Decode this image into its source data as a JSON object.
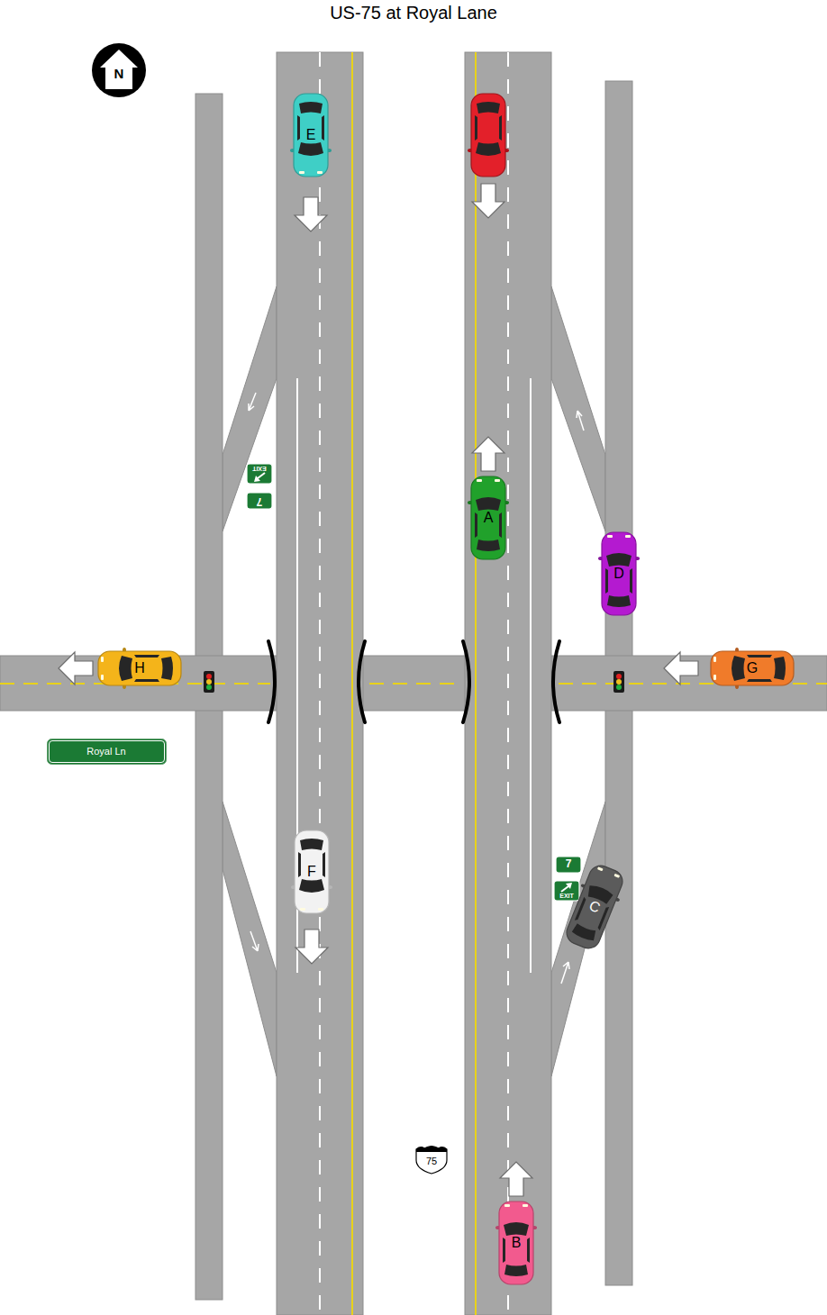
{
  "diagram": {
    "title": "US-75 at Royal Lane",
    "nodes": [
      {
        "text": [
          "N"
        ]
      },
      {
        "text": [
          "E"
        ]
      },
      {
        "text": [
          "EXIT"
        ]
      },
      {
        "text": [
          "7"
        ]
      },
      {
        "text": [
          "A"
        ]
      },
      {
        "text": [
          "D"
        ]
      },
      {
        "text": [
          "H"
        ]
      },
      {
        "text": [
          "G"
        ]
      },
      {
        "text": [
          "Royal Ln"
        ]
      },
      {
        "text": [
          "F"
        ]
      },
      {
        "text": [
          "7"
        ]
      },
      {
        "text": [
          "EXIT"
        ]
      },
      {
        "text": [
          "C"
        ]
      },
      {
        "text": [
          "75"
        ]
      },
      {
        "text": [
          "B"
        ]
      }
    ]
  }
}
